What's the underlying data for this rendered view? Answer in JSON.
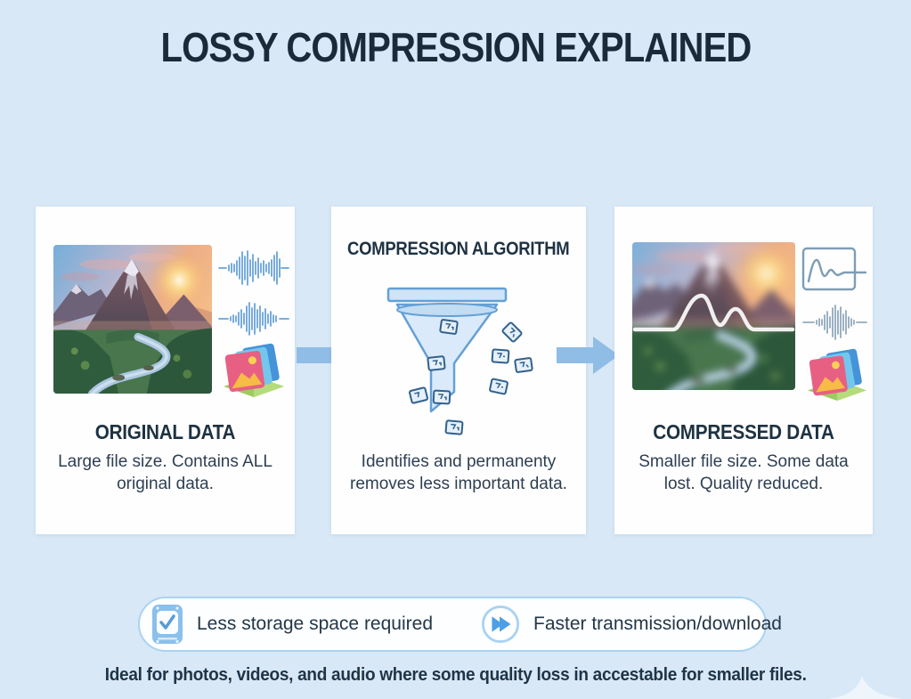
{
  "title": "LOSSY COMPRESSION EXPLAINED",
  "cards": {
    "original": {
      "heading": "ORIGINAL DATA",
      "description": "Large file size. Contains ALL original data.",
      "photo": "mountain-landscape-photo",
      "side_icons": [
        "audio-waveform-icon",
        "audio-waveform-icon",
        "image-stack-icon"
      ]
    },
    "algorithm": {
      "heading": "COMPRESSION ALGORITHM",
      "description": "Identifies and permanenty removes less important data.",
      "illustration": "funnel-with-data-squares-icon"
    },
    "compressed": {
      "heading": "COMPRESSED DATA",
      "description": "Smaller file size. Some data lost. Quality reduced.",
      "photo": "blurred-mountain-landscape-photo-with-smoothed-waveform-overlay",
      "side_icons": [
        "line-chart-icon",
        "audio-waveform-muted-icon",
        "image-stack-icon"
      ]
    }
  },
  "benefits": [
    {
      "icon": "storage-drive-check-icon",
      "label": "Less storage space required"
    },
    {
      "icon": "fast-forward-icon",
      "label": "Faster transmission/download"
    }
  ],
  "footer": "Ideal for photos, videos, and audio where some quality loss in accestable for smaller files.",
  "colors": {
    "background": "#d9e8f6",
    "card": "#fefefe",
    "title_text": "#1a2a3b",
    "heading_text": "#1e3242",
    "body_text": "#2e3f52",
    "arrow_blue": "#8fbde6",
    "funnel_blue": "#64a0d6",
    "accent_blue": "#4d9fe6",
    "pill_border": "#a9d3f2"
  }
}
